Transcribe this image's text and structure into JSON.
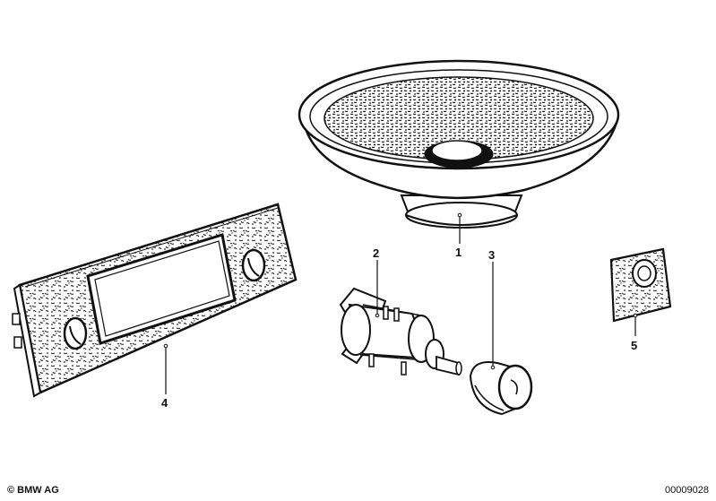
{
  "callouts": [
    "1",
    "2",
    "3",
    "4",
    "5"
  ],
  "footer": {
    "copyright": "© BMW AG",
    "image_number": "00009028"
  },
  "colors": {
    "line": "#111111",
    "fill_dark": "#2a2a2a",
    "paper": "#ffffff"
  }
}
